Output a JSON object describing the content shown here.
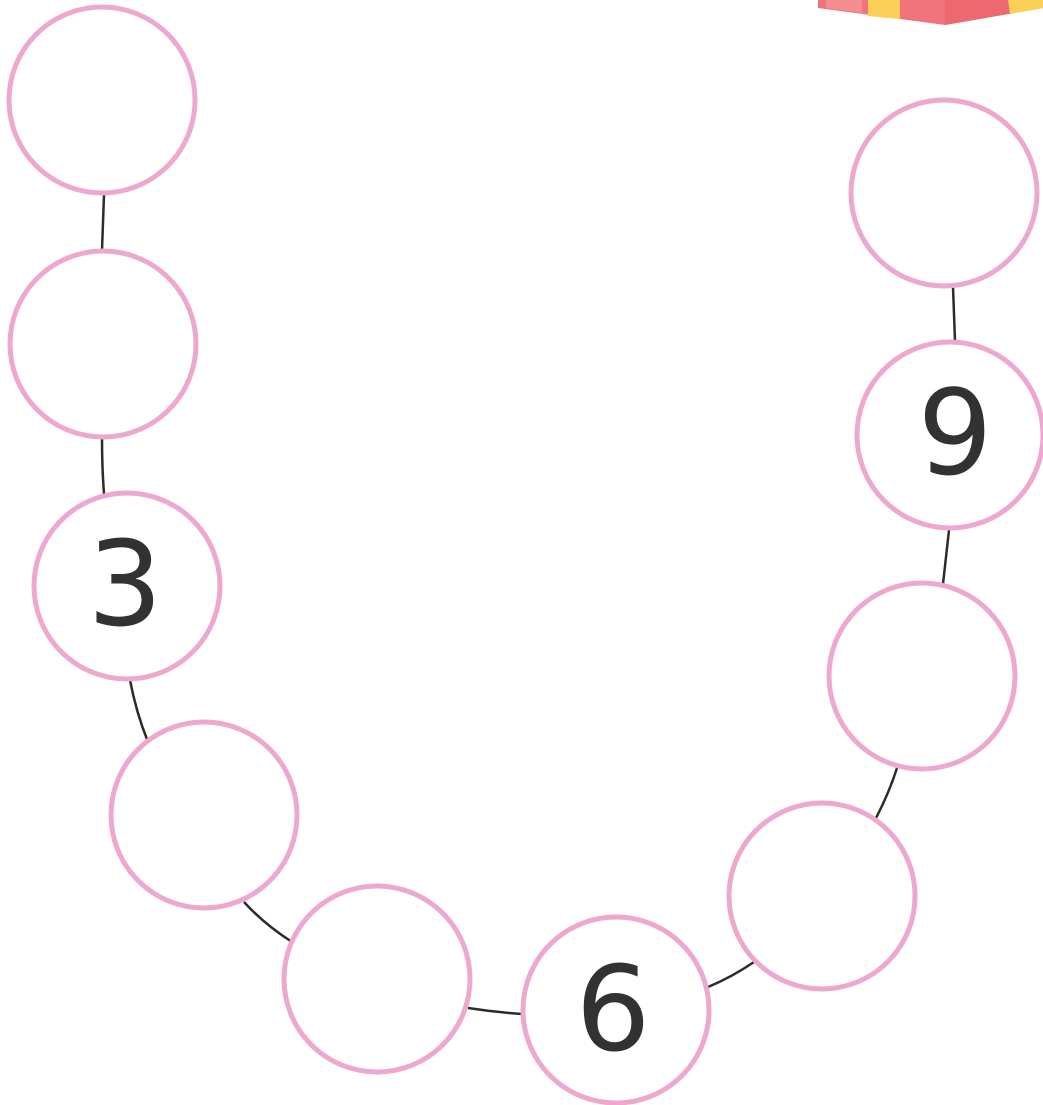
{
  "puzzle": {
    "beads": [
      {
        "label": ""
      },
      {
        "label": ""
      },
      {
        "label": "3"
      },
      {
        "label": ""
      },
      {
        "label": ""
      },
      {
        "label": "6"
      },
      {
        "label": ""
      },
      {
        "label": ""
      },
      {
        "label": "9"
      },
      {
        "label": ""
      }
    ]
  },
  "colors": {
    "bead_outline": "#eea7cf",
    "bead_fill": "#ffffff",
    "string": "#2f2a26",
    "number": "#333132",
    "gift_red": "#f0747c",
    "gift_yellow": "#f9cf55"
  },
  "icons": {
    "gift": "gift-box-icon"
  }
}
